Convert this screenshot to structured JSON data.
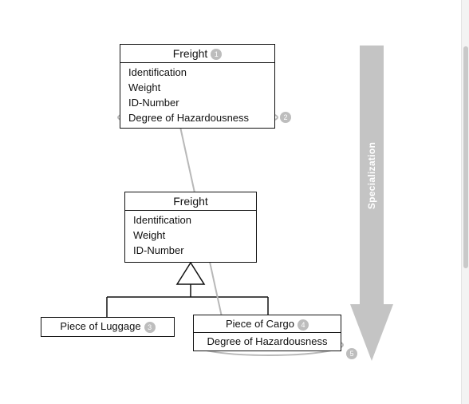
{
  "top_class": {
    "name": "Freight",
    "marker": "1",
    "attributes": [
      "Identification",
      "Weight",
      "ID-Number",
      "Degree of Hazardousness"
    ],
    "attribute_marker": "2"
  },
  "middle_class": {
    "name": "Freight",
    "attributes": [
      "Identification",
      "Weight",
      "ID-Number"
    ]
  },
  "luggage_class": {
    "name": "Piece of Luggage",
    "marker": "3"
  },
  "cargo_class": {
    "name": "Piece of Cargo",
    "marker": "4",
    "attribute": "Degree of Hazardousness",
    "attribute_marker": "5"
  },
  "specialization_arrow": {
    "label": "Specialization"
  },
  "colors": {
    "arrow": "#c4c4c4",
    "highlight": "#b8b8b8",
    "line": "#111111"
  }
}
